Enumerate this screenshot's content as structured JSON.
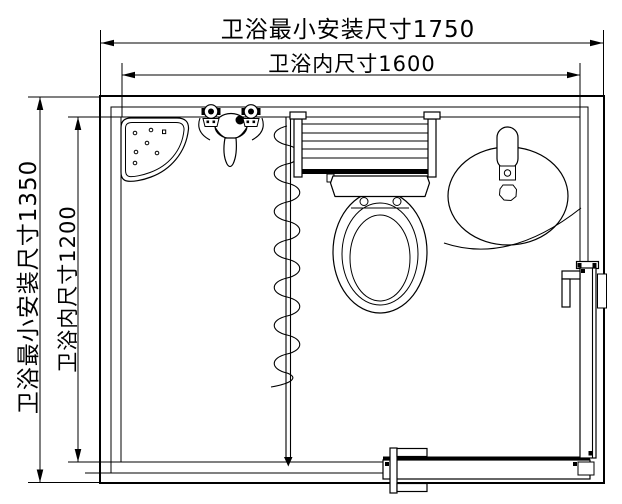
{
  "colors": {
    "line": "#000000",
    "background": "#ffffff"
  },
  "dimensions": {
    "top_outer": {
      "label": "卫浴最小安装尺寸1750",
      "value": 1750
    },
    "top_inner": {
      "label": "卫浴内尺寸1600",
      "value": 1600
    },
    "left_outer": {
      "label": "卫浴最小安装尺寸1350",
      "value": 1350
    },
    "left_inner": {
      "label": "卫浴内尺寸1200",
      "value": 1200
    }
  },
  "fixtures": [
    {
      "name": "corner-shower-tray"
    },
    {
      "name": "shower-mixer-faucet"
    },
    {
      "name": "shower-curtain"
    },
    {
      "name": "towel-rack"
    },
    {
      "name": "toilet"
    },
    {
      "name": "washbasin"
    },
    {
      "name": "counter-edge"
    },
    {
      "name": "sliding-door-bottom"
    },
    {
      "name": "sliding-door-right"
    }
  ]
}
